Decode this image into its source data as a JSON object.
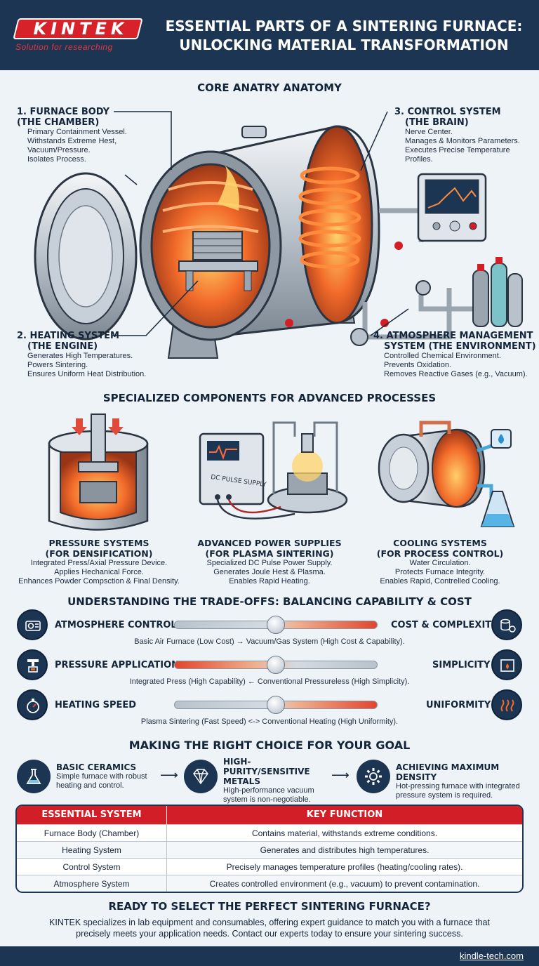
{
  "header": {
    "logo": "KINTEK",
    "tagline": "Solution for researching",
    "title_line1": "ESSENTIAL PARTS OF A SINTERING FURNACE:",
    "title_line2": "UNLOCKING MATERIAL TRANSFORMATION"
  },
  "anatomy": {
    "title": "CORE ANATRY ANATOMY",
    "parts": [
      {
        "h1": "1. FURNACE BODY",
        "h2": "(THE CHAMBER)",
        "lines": [
          "Primary Containment Vessel.",
          "Withstands Extreme Hest,",
          "Vacuum/Pressure.",
          "Isolates Process."
        ]
      },
      {
        "h1": "3. CONTROL SYSTEM",
        "h2": "(THE BRAIN)",
        "lines": [
          "Nerve Center.",
          "Manages & Monitors Parameters.",
          "Executes Precise Temperature",
          "Profiles."
        ]
      },
      {
        "h1": "2. HEATING SYSTEM",
        "h2": "(THE ENGINE)",
        "lines": [
          "Generates High Temperatures.",
          "Powers Sintering.",
          "Ensures Uniform Heat Distribution."
        ]
      },
      {
        "h1": "4. ATMOSPHERE MANAGEMENT",
        "h2": "SYSTEM (THE ENVIRONMENT)",
        "lines": [
          "Controlled Chemical Environment.",
          "Prevents Oxidation.",
          "Removes Reactive Gases (e.g., Vacuum)."
        ]
      }
    ]
  },
  "components": {
    "title": "SPECIALIZED COMPONENTS FOR ADVANCED PROCESSES",
    "power_label": "DC PULSE SUPPLY",
    "items": [
      {
        "h1": "PRESSURE SYSTEMS",
        "h2": "(FOR DENSIFICATION)",
        "lines": [
          "Integrated Press/Axial Pressure Device.",
          "Applies Hechanical Force.",
          "Enhances Powder Compsction & Final Density."
        ]
      },
      {
        "h1": "ADVANCED POWER SUPPLIES",
        "h2": "(FOR PLASMA SINTERING)",
        "lines": [
          "Specialized DC Pulse Power Supply.",
          "Generates Joule Hest & Plasma.",
          "Enables Rapid Heating."
        ]
      },
      {
        "h1": "COOLING SYSTEMS",
        "h2": "(FOR PROCESS CONTROL)",
        "lines": [
          "Water Circulation.",
          "Protects Furnace Integrity.",
          "Enables Rapid, Contrelled Cooling."
        ]
      }
    ]
  },
  "tradeoffs": {
    "title": "UNDERSTANDING THE TRADE-OFFS: BALANCING CAPABILITY & COST",
    "rows": [
      {
        "left": "ATMOSPHERE CONTROL",
        "right": "COST & COMPLEXITY",
        "desc": "Basic Air Furnace (Low Cost) → Vacuum/Gas System (High Cost & Capability).",
        "position": 0.5,
        "left_icon": "gear-control-icon",
        "right_icon": "coins-gear-icon"
      },
      {
        "left": "PRESSURE APPLICATION",
        "right": "SIMPLICITY",
        "desc": "Integrated Press (High Capability) ← Conventional Pressureless (High Simplicity).",
        "position": 0.5,
        "left_icon": "press-icon",
        "right_icon": "furnace-icon"
      },
      {
        "left": "HEATING SPEED",
        "right": "UNIFORMITY",
        "desc": "Plasma Sintering (Fast Speed) <-> Conventional Heating (High Uniformity).",
        "position": 0.5,
        "left_icon": "stopwatch-icon",
        "right_icon": "heat-waves-icon"
      }
    ]
  },
  "choices": {
    "title": "MAKING THE RIGHT CHOICE FOR YOUR GOAL",
    "items": [
      {
        "h1": "BASIC CERAMICS",
        "h2": "",
        "lines": [
          "Simple furnace with robust",
          "heating and control."
        ],
        "icon": "flask-icon"
      },
      {
        "h1": "HIGH-PURITY/SENSITIVE",
        "h2": "METALS",
        "lines": [
          "High-performance vacuum",
          "system is non-negotiable."
        ],
        "icon": "diamond-icon"
      },
      {
        "h1": "ACHIEVING MAXIMUM DENSITY",
        "h2": "",
        "lines": [
          "Hot-pressing furnace with integrated",
          "pressure system is required."
        ],
        "icon": "gear-icon"
      }
    ]
  },
  "table": {
    "headers": [
      "ESSENTIAL SYSTEM",
      "KEY FUNCTION"
    ],
    "rows": [
      [
        "Furnace Body (Chamber)",
        "Contains material, withstands extreme conditions."
      ],
      [
        "Heating System",
        "Generates and distributes high temperatures."
      ],
      [
        "Control System",
        "Precisely manages temperature profiles (heating/cooling rates)."
      ],
      [
        "Atmosphere System",
        "Creates controlled environment (e.g., vacuum) to prevent contamination."
      ]
    ]
  },
  "cta": {
    "title": "READY TO SELECT THE PERFECT SINTERING FURNACE?",
    "body_line1": "KINTEK specializes in lab equipment and consumables, offering expert guidance to match you with a furnace that",
    "body_line2": "precisely meets your application needs. Contact our experts today to ensure your sintering success."
  },
  "footer": {
    "url": "kindle-tech.com"
  },
  "colors": {
    "navy": "#1c3553",
    "red": "#d21f27",
    "bg": "#eef3f8",
    "heat": "#f26b2a"
  }
}
